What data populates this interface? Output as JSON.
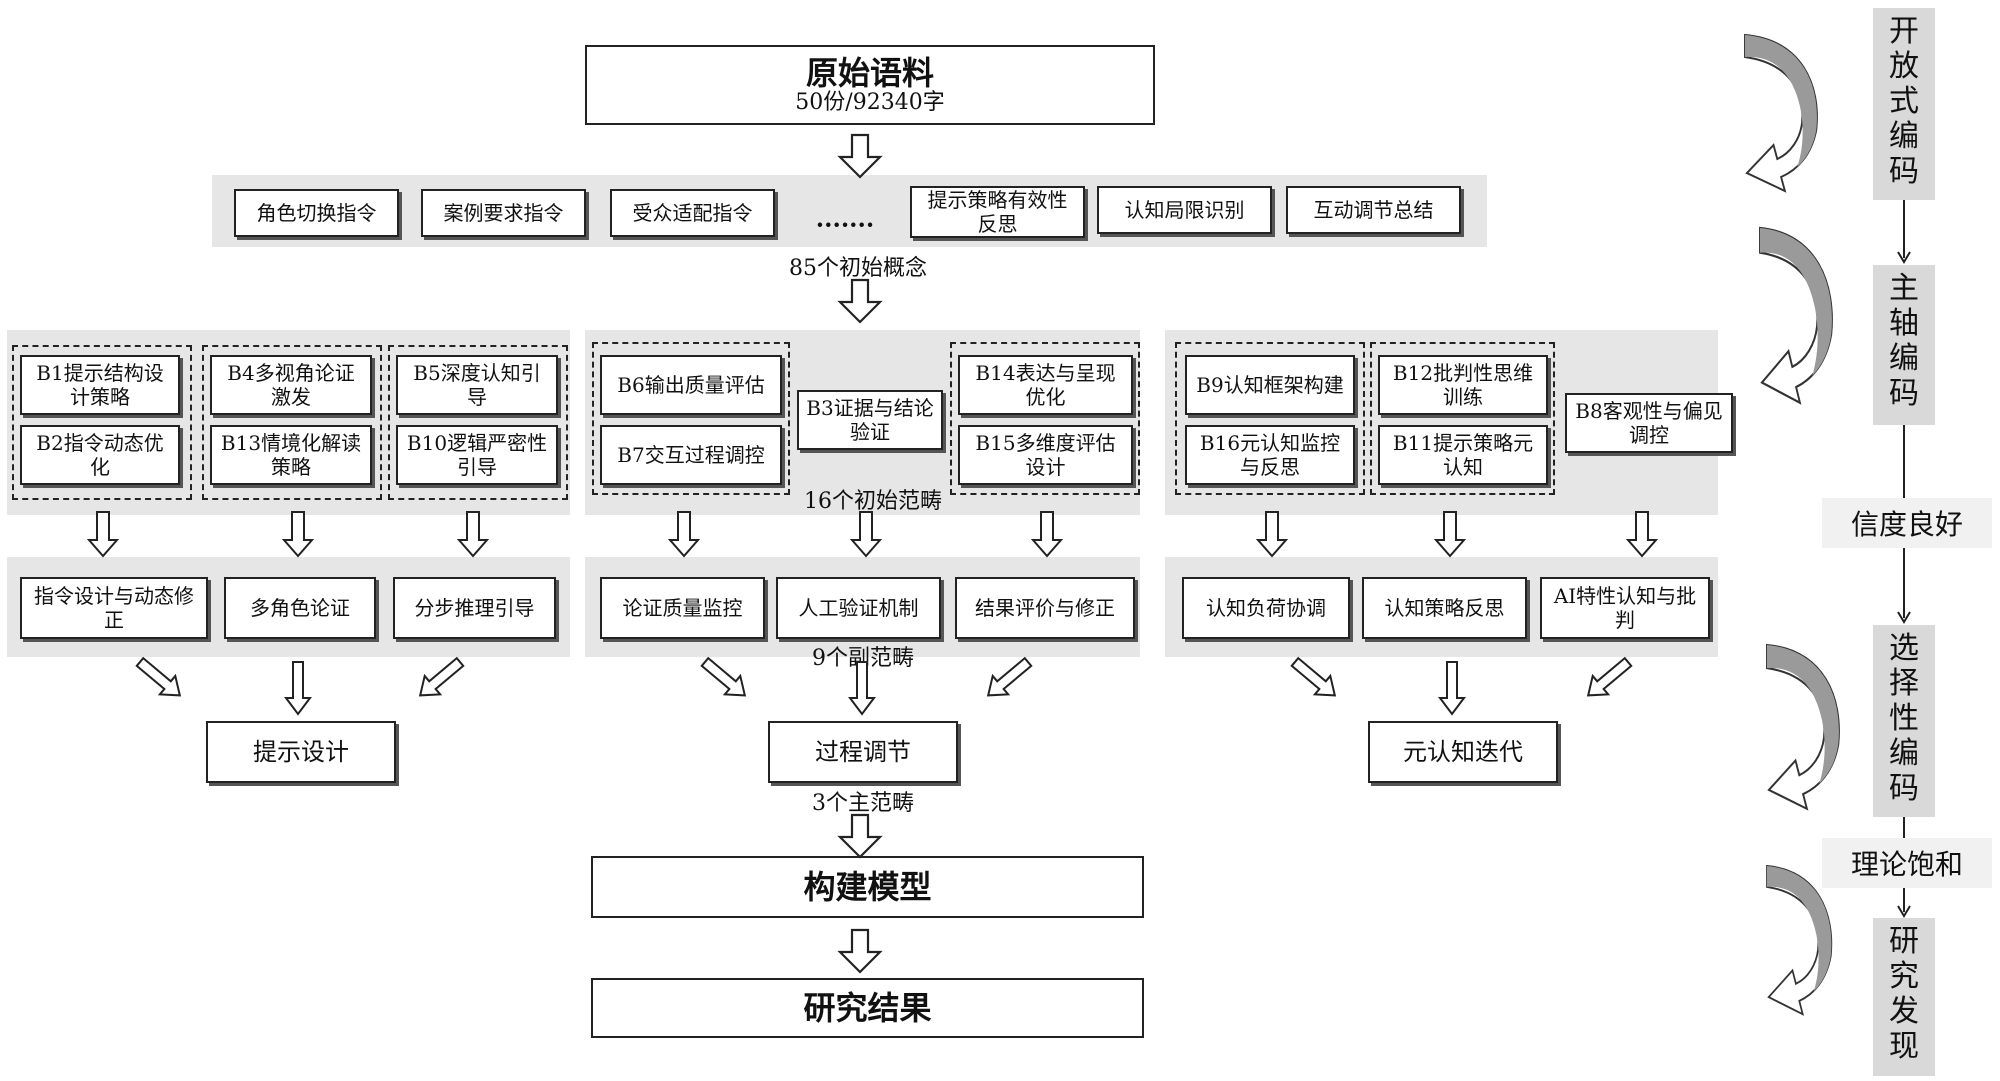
{
  "top": {
    "title": "原始语料",
    "subtitle": "50份/92340字"
  },
  "concepts": {
    "items": [
      "角色切换指令",
      "案例要求指令",
      "受众适配指令",
      "提示策略有效性反思",
      "认知局限识别",
      "互动调节总结"
    ],
    "ellipsis": "·······",
    "label": "85个初始概念"
  },
  "categories": {
    "label": "16个初始范畴",
    "left": [
      "B1提示结构设计策略",
      "B2指令动态优化",
      "B4多视角论证激发",
      "B13情境化解读策略",
      "B5深度认知引导",
      "B10逻辑严密性引导"
    ],
    "middle": [
      "B6输出质量评估",
      "B7交互过程调控",
      "B3证据与结论验证",
      "B14表达与呈现优化",
      "B15多维度评估设计"
    ],
    "right": [
      "B9认知框架构建",
      "B16元认知监控与反思",
      "B12批判性思维训练",
      "B11提示策略元认知",
      "B8客观性与偏见调控"
    ]
  },
  "subcategories": {
    "label": "9个副范畴",
    "left": [
      "指令设计与动态修正",
      "多角色论证",
      "分步推理引导"
    ],
    "middle": [
      "论证质量监控",
      "人工验证机制",
      "结果评价与修正"
    ],
    "right": [
      "认知负荷协调",
      "认知策略反思",
      "AI特性认知与批判"
    ]
  },
  "main": {
    "label": "3个主范畴",
    "items": [
      "提示设计",
      "过程调节",
      "元认知迭代"
    ]
  },
  "model": "构建模型",
  "result": "研究结果",
  "sidebar": {
    "stages": [
      "开放式编码",
      "主轴编码",
      "选择性编码",
      "研究发现"
    ],
    "checks": [
      "信度良好",
      "理论饱和"
    ]
  }
}
